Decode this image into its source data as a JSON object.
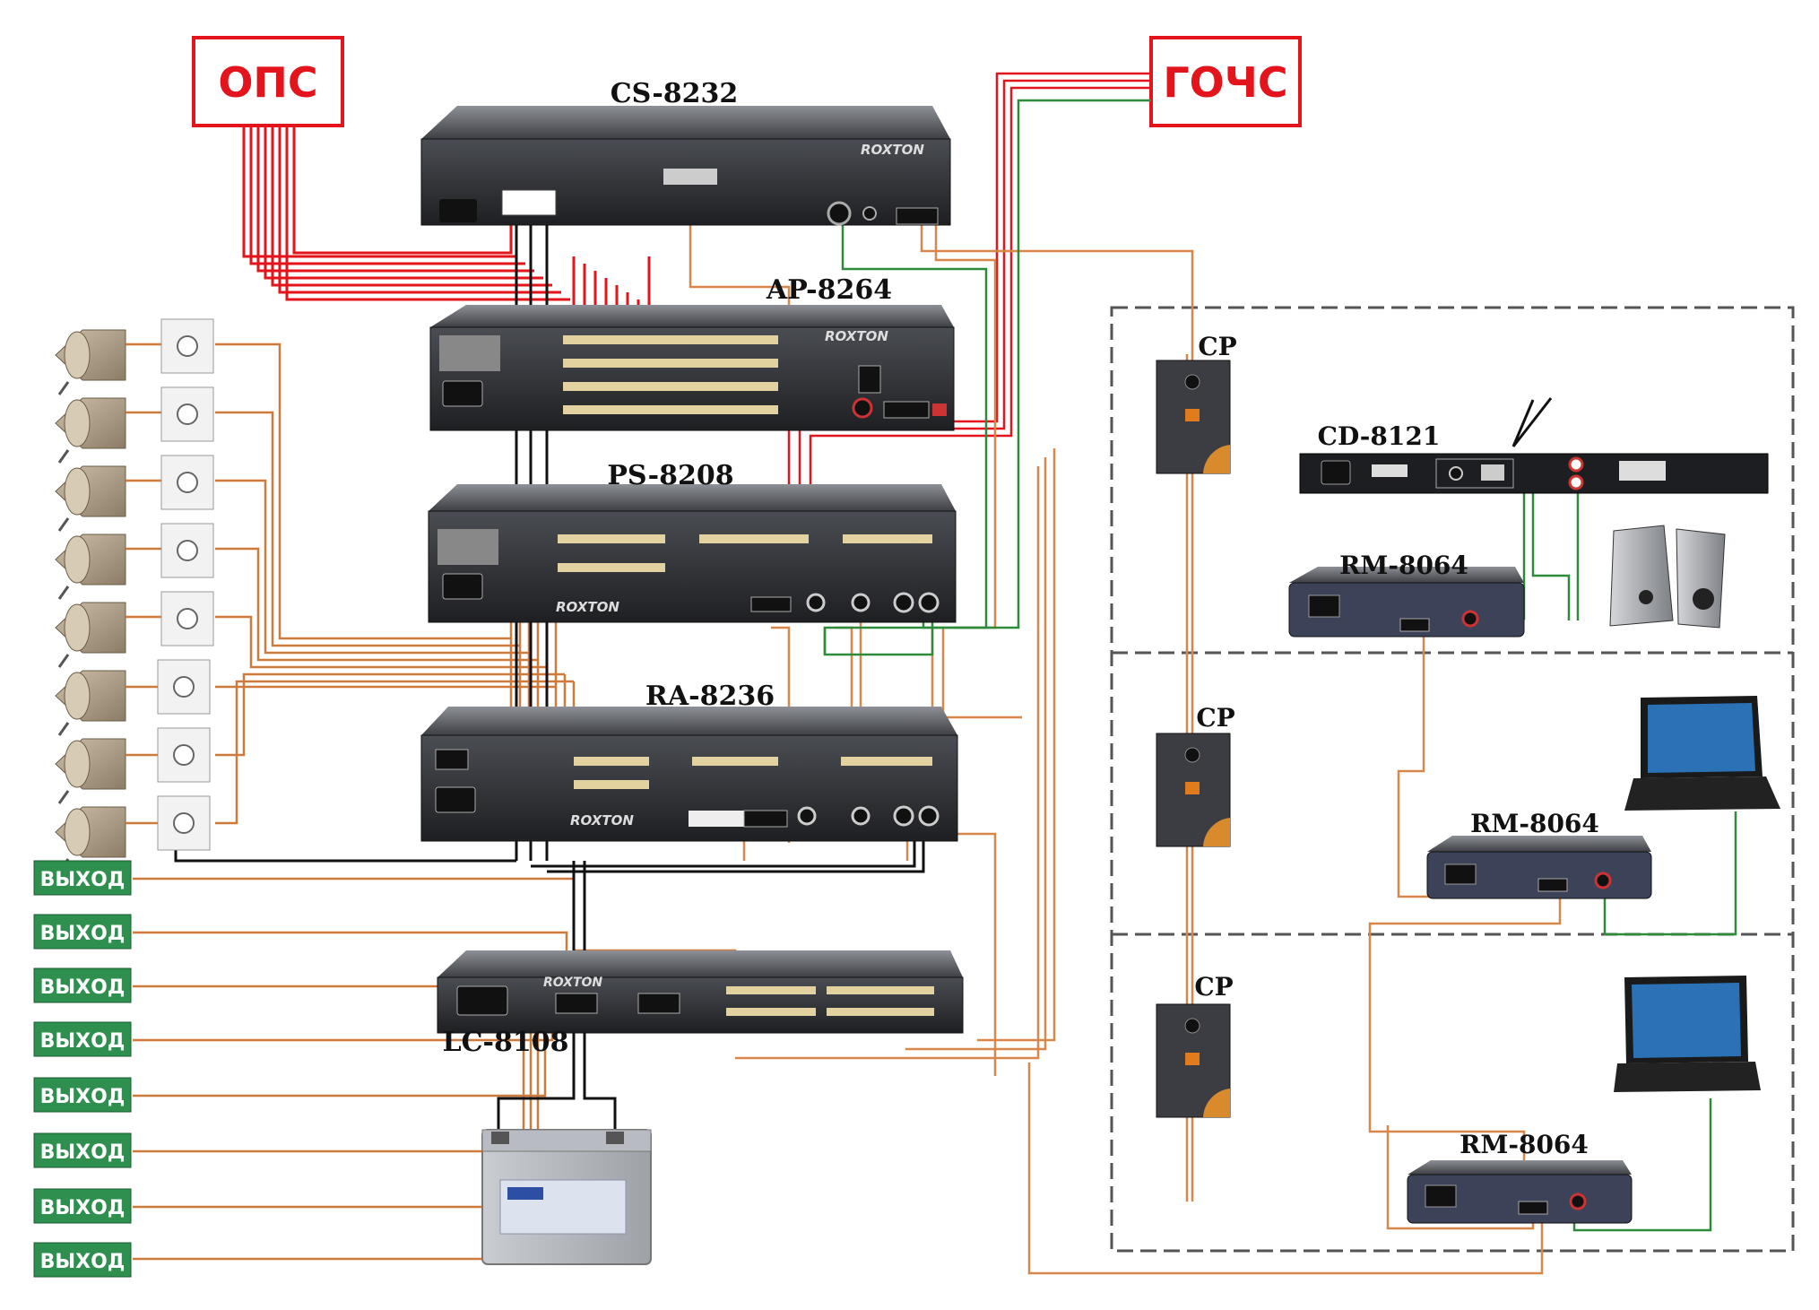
{
  "signals": {
    "ops": "ОПС",
    "gochs": "ГОЧС"
  },
  "devices": {
    "cs8232": "CS-8232",
    "ap8264": "AP-8264",
    "ps8208": "PS-8208",
    "ra8236": "RA-8236",
    "lc8108": "LC-8108",
    "cd8121": "CD-8121",
    "rm8064": "RM-8064",
    "cp": "CP"
  },
  "brand": "ROXTON",
  "exit_sign": "ВЫХОД",
  "colors": {
    "red_wire": "#e3141b",
    "orange_wire": "#d9864a",
    "green_wire": "#2e8b3a",
    "black_wire": "#111111",
    "rack_panel": "#2a2c30",
    "exit_green": "#2e8f4e"
  }
}
